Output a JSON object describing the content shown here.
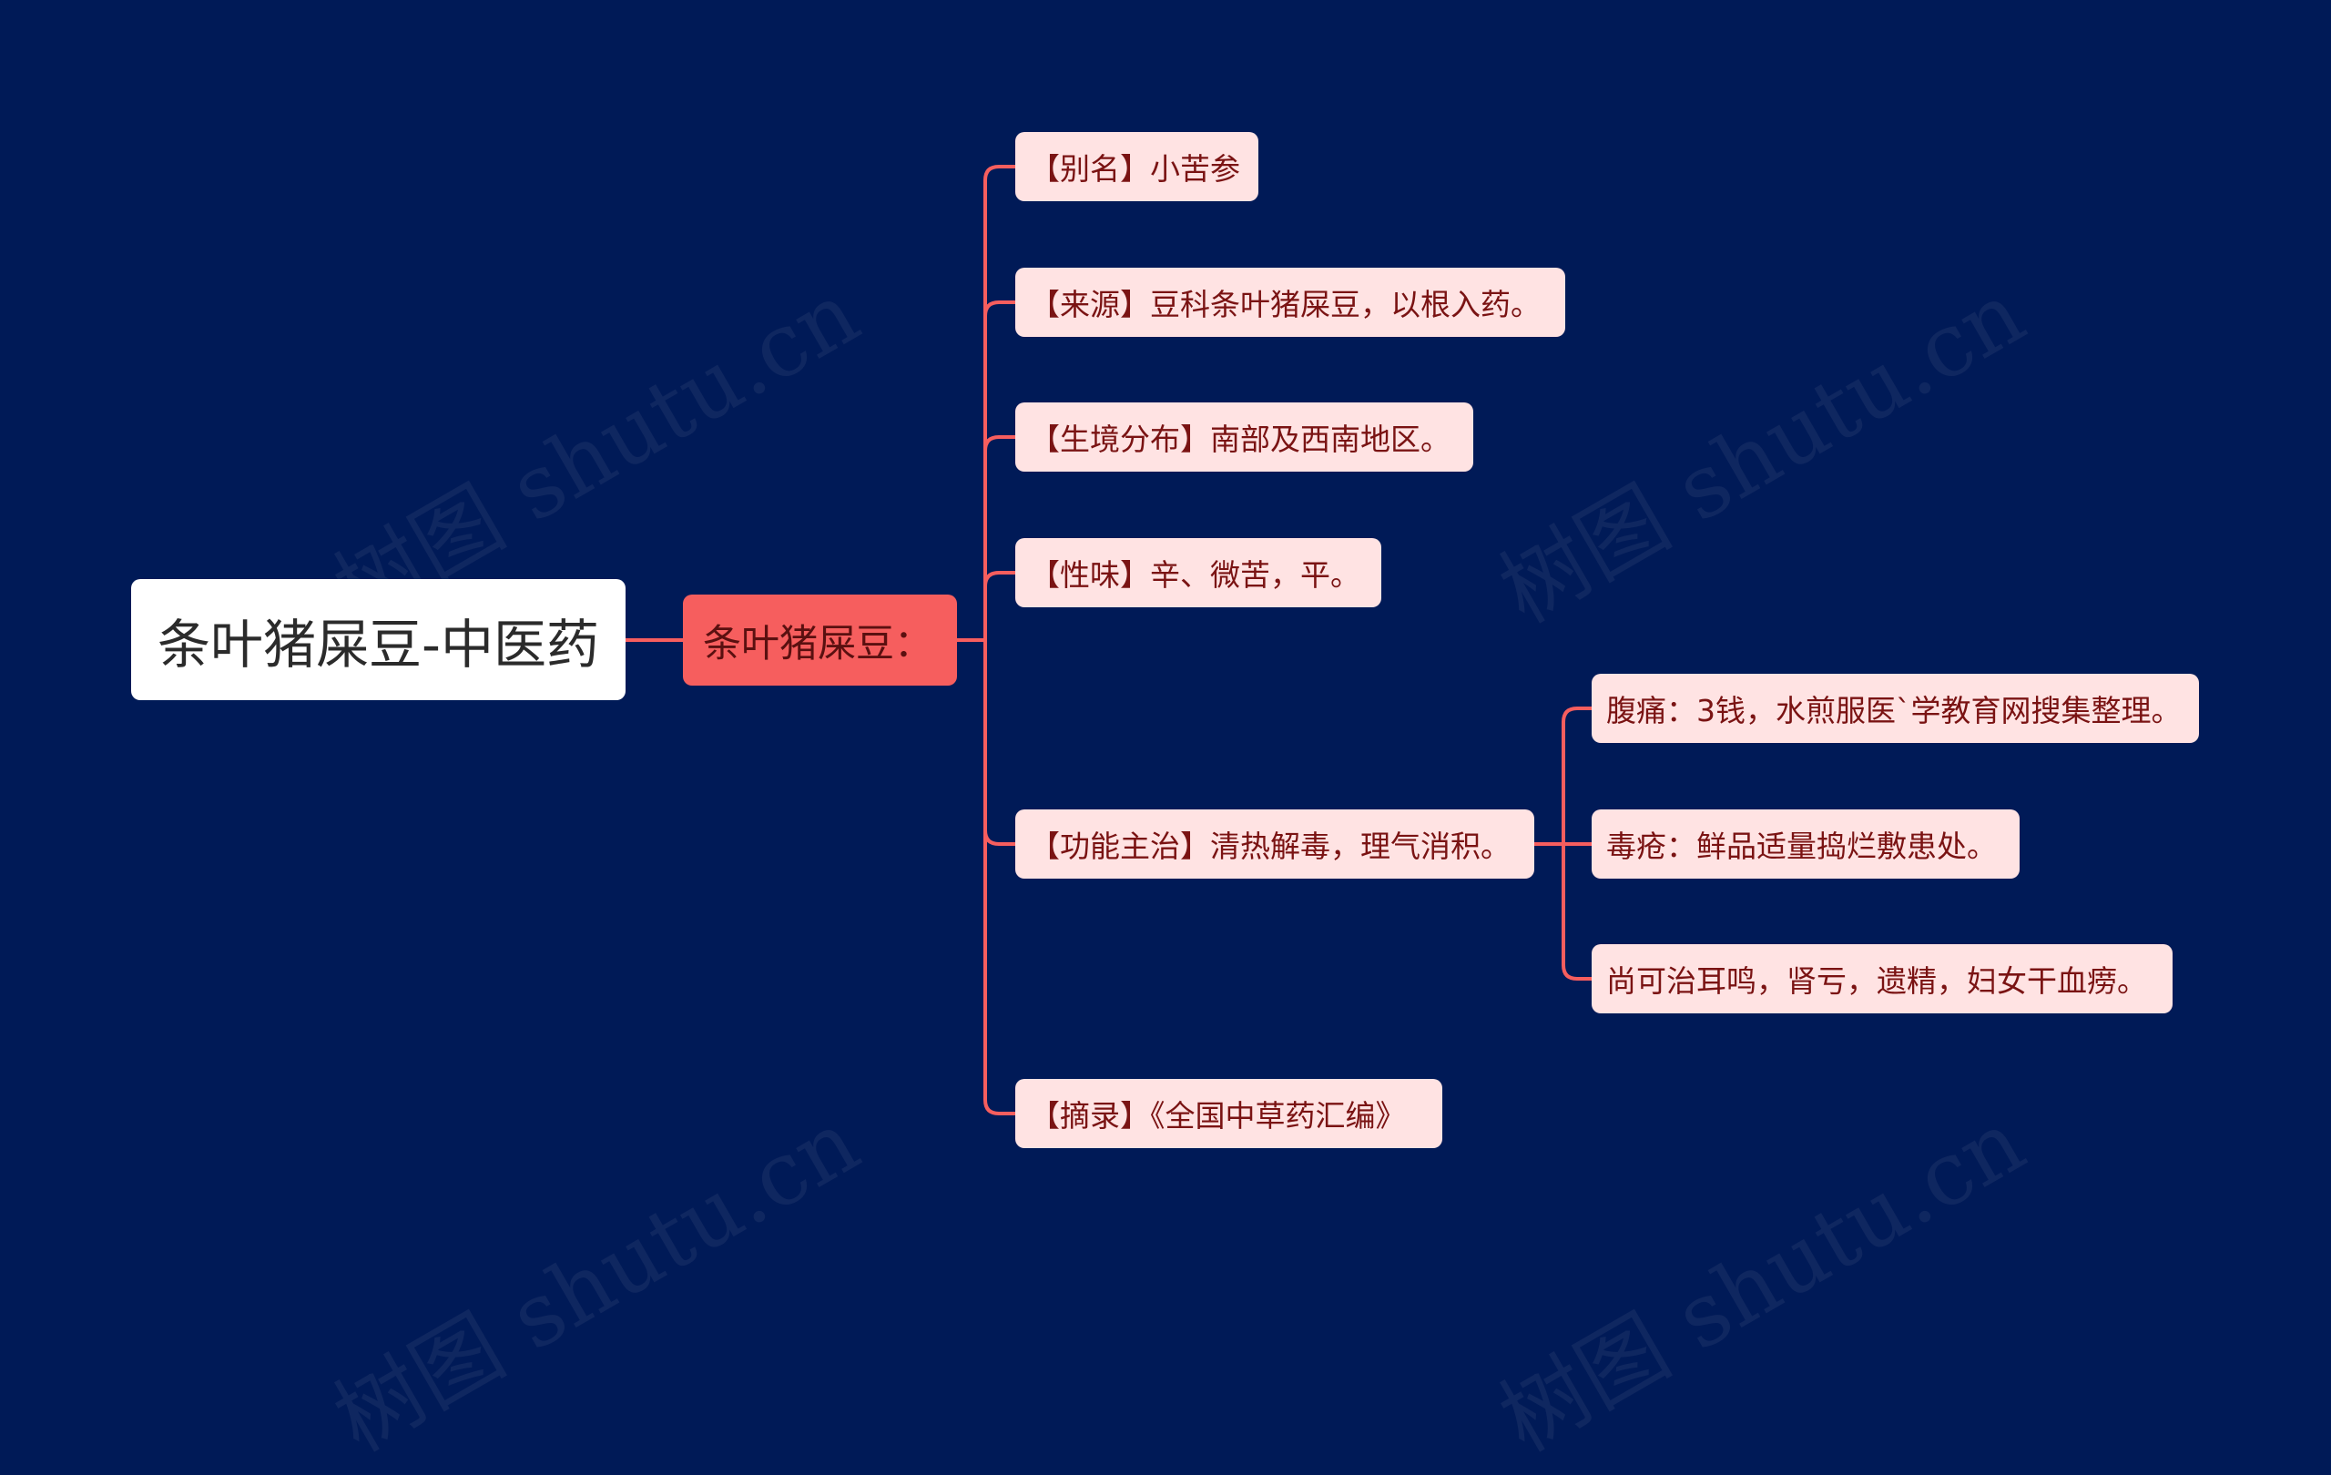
{
  "colors": {
    "background": "#001a57",
    "root_fill": "#ffffff",
    "hub_fill": "#f65e5e",
    "leaf_fill": "#ffe3e3",
    "connector": "#f65e5e",
    "leaf_text": "#7a1313"
  },
  "watermark": "树图 shutu.cn",
  "root": {
    "label": "条叶猪屎豆-中医药"
  },
  "hub": {
    "label": "条叶猪屎豆："
  },
  "branches": [
    {
      "label": "【别名】小苦参"
    },
    {
      "label": "【来源】豆科条叶猪屎豆，以根入药。"
    },
    {
      "label": "【生境分布】南部及西南地区。"
    },
    {
      "label": "【性味】辛、微苦，平。"
    },
    {
      "label": "【功能主治】清热解毒，理气消积。",
      "children": [
        {
          "label": "腹痛：3钱，水煎服医`学教育网搜集整理。"
        },
        {
          "label": "毒疮：鲜品适量捣烂敷患处。"
        },
        {
          "label": "尚可治耳鸣，肾亏，遗精，妇女干血痨。"
        }
      ]
    },
    {
      "label": "【摘录】《全国中草药汇编》"
    }
  ]
}
